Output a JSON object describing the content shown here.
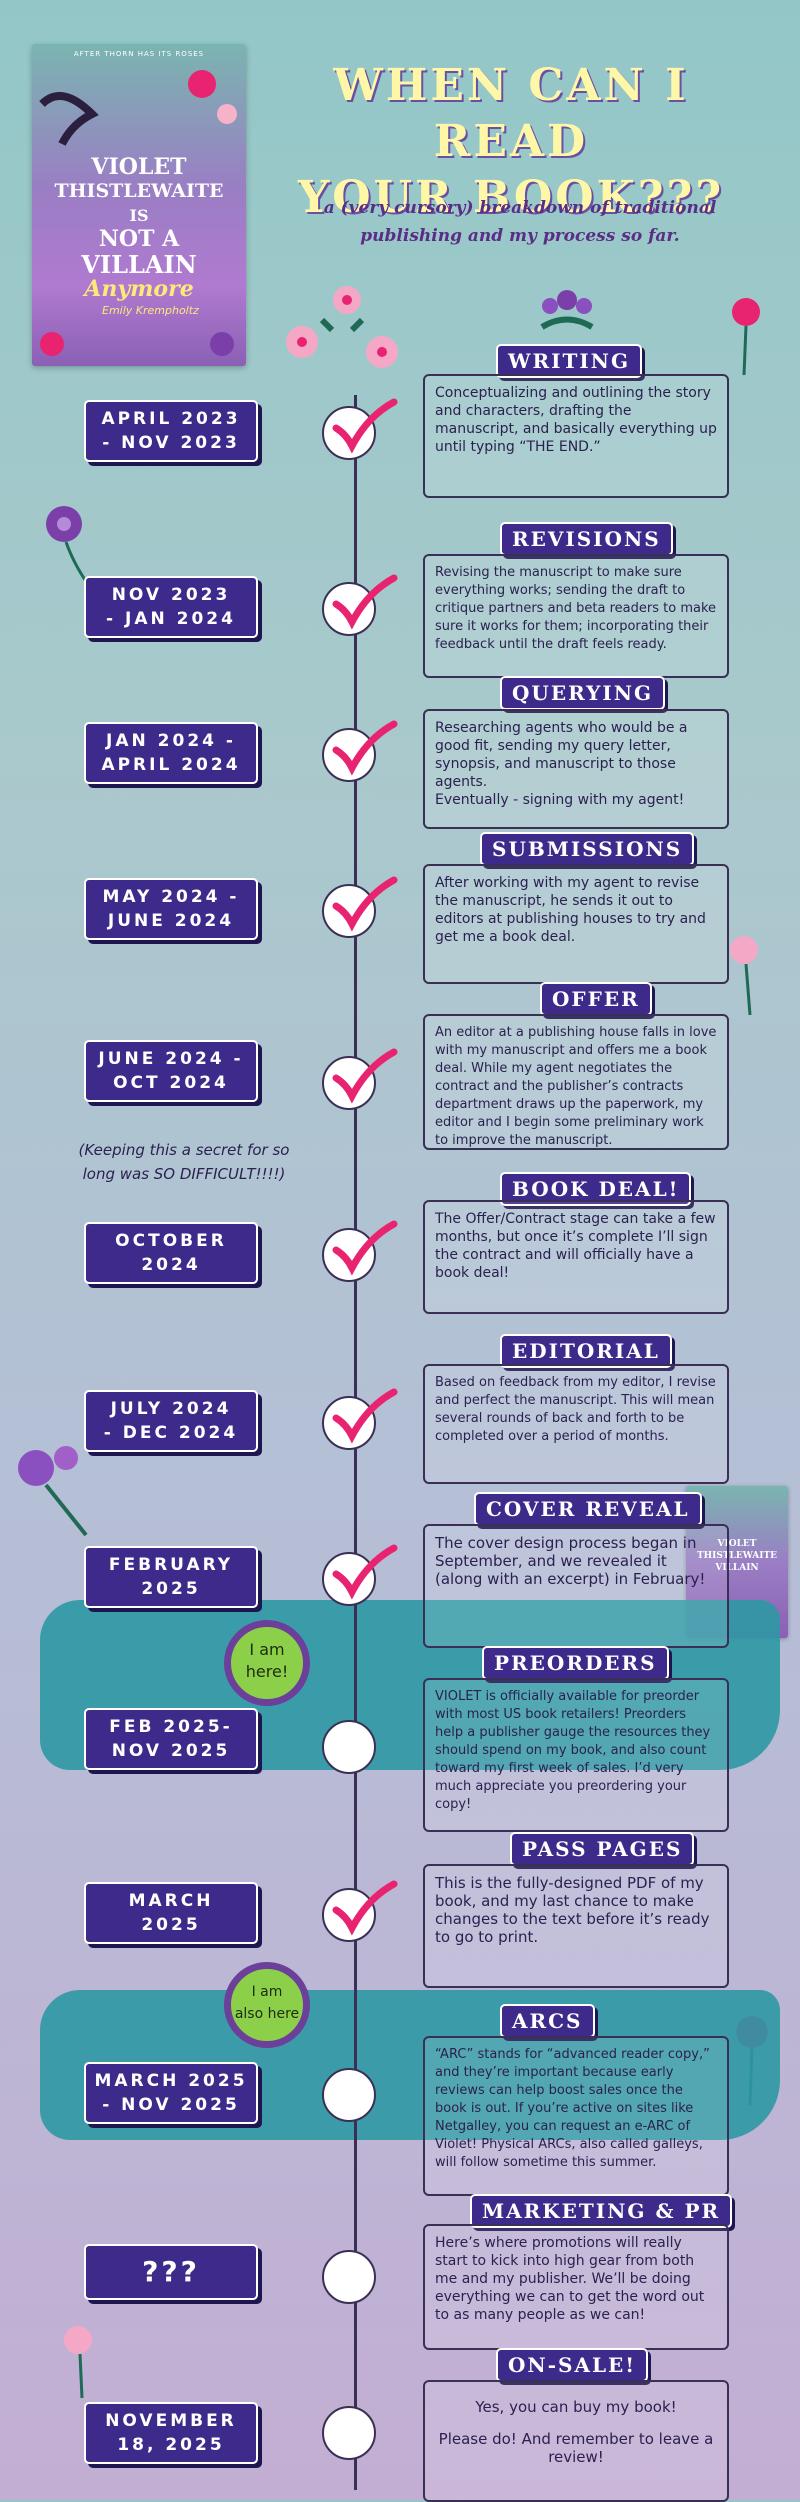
{
  "cover": {
    "preheader": "AFTER THORN HAS ITS ROSES",
    "line1": "VIOLET",
    "line2": "THISTLEWAITE",
    "line3": "IS",
    "line4": "NOT A",
    "line5": "VILLAIN",
    "line6": "Anymore",
    "author": "Emily Krempholtz"
  },
  "title_line1": "WHEN CAN I READ",
  "title_line2": "YOUR BOOK???",
  "subtitle_line1": "a (very cursory) breakdown of traditional",
  "subtitle_line2": "publishing and my process so far.",
  "side_note_line1": "(Keeping this a secret for so",
  "side_note_line2": "long was SO DIFFICULT!!!!)",
  "stages": [
    {
      "heading": "WRITING",
      "date1": "APRIL 2023",
      "date2": "- NOV 2023",
      "text": [
        "Conceptualizing and outlining the story and characters, drafting the manuscript, and basically everything up until typing “THE END.”"
      ]
    },
    {
      "heading": "REVISIONS",
      "date1": "NOV 2023",
      "date2": "- JAN 2024",
      "text": [
        "Revising the manuscript to make sure everything works; sending the draft to critique partners and beta readers to make sure it works for them; incorporating their feedback until the draft feels ready."
      ]
    },
    {
      "heading": "QUERYING",
      "date1": "JAN 2024 -",
      "date2": "APRIL 2024",
      "text": [
        "Researching agents who would be a good fit, sending my query letter, synopsis, and manuscript to those agents.",
        "Eventually - signing with my agent!"
      ]
    },
    {
      "heading": "SUBMISSIONS",
      "date1": "MAY 2024 -",
      "date2": "JUNE 2024",
      "text": [
        "After working with my agent to revise the manuscript, he sends it out to editors at publishing houses to try and get me a book deal."
      ]
    },
    {
      "heading": "OFFER",
      "date1": "JUNE 2024 -",
      "date2": "OCT 2024",
      "text": [
        "An editor at a publishing house falls in love with my manuscript and offers me a book deal. While my agent negotiates the contract and the publisher’s contracts department draws up the paperwork, my editor and I begin some preliminary work to improve the manuscript."
      ]
    },
    {
      "heading": "BOOK DEAL!",
      "date1": "OCTOBER",
      "date2": "2024",
      "text": [
        "The Offer/Contract stage can take a few months, but once it’s complete I’ll sign the contract and will officially have a book deal!"
      ]
    },
    {
      "heading": "EDITORIAL",
      "date1": "JULY 2024",
      "date2": "- DEC 2024",
      "text": [
        "Based on feedback from my editor, I revise and perfect the manuscript. This will mean several rounds of back and forth to be completed over a period of months."
      ]
    },
    {
      "heading": "COVER REVEAL",
      "date1": "FEBRUARY",
      "date2": "2025",
      "text": [
        "The cover design process began in September, and we revealed it (along with an excerpt) in February!"
      ]
    },
    {
      "heading": "PREORDERS",
      "date1": "FEB 2025-",
      "date2": "NOV 2025",
      "text": [
        "VIOLET is officially available for preorder with most US book retailers! Preorders help a publisher gauge the resources they should spend on my book, and also count toward my first week of sales. I’d very much appreciate you preordering your copy!"
      ]
    },
    {
      "heading": "PASS PAGES",
      "date1": "MARCH",
      "date2": "2025",
      "text": [
        "This is the fully-designed PDF of my book, and my last chance to make changes to the text before it’s ready to go to print."
      ]
    },
    {
      "heading": "ARCS",
      "date1": "MARCH 2025",
      "date2": "- NOV 2025",
      "text": [
        "“ARC” stands for “advanced reader copy,” and they’re important because early reviews can help boost sales once the book is out. If you’re active on sites like Netgalley, you can request an e-ARC of Violet! Physical ARCs, also called galleys, will follow sometime this summer."
      ]
    },
    {
      "heading": "MARKETING & PR",
      "date1": "???",
      "date2": "",
      "text": [
        "Here’s where promotions will really start to kick into high gear from both me and my publisher. We’ll be doing everything we can to get the word out to as many people as we can!"
      ]
    },
    {
      "heading": "ON-SALE!",
      "date1": "NOVEMBER",
      "date2": "18, 2025",
      "text": [
        "Yes, you can buy my book!",
        "Please do! And remember to leave a review!"
      ]
    }
  ],
  "bubble1_line1": "I am",
  "bubble1_line2": "here!",
  "bubble2_line1": "I am",
  "bubble2_line2": "also here",
  "colors": {
    "badge": "#3d2a8a",
    "check": "#e8236f",
    "bubble": "#8cd04a",
    "brush": "#2d98a4"
  }
}
